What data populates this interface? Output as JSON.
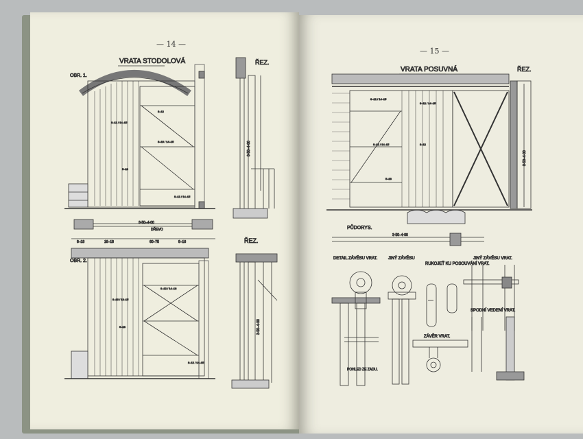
{
  "book": {
    "left_page": {
      "page_number": "— 14 —",
      "main_title": "VRATA STODOLOVÁ",
      "section_label": "ŘEZ.",
      "fig1_label": "OBR. 1.",
      "fig2_label": "OBR. 2.",
      "plan_dims": [
        "3·50–4·00",
        "8–18",
        "16–18",
        "60–75",
        "8–16"
      ],
      "plan_label": "DŘEVO",
      "section2_label": "ŘEZ.",
      "section_dims": [
        "3·50–4·00",
        "3·50–4·00"
      ],
      "member_labels": [
        "8–12 / 14–15",
        "8–12",
        "8–16 / 14–15",
        "5–18",
        "8–12 / 14–15",
        "8–16 / 13–15",
        "8–12 / 14–18",
        "5–18",
        "8–12 / 14–15"
      ]
    },
    "right_page": {
      "page_number": "— 15 —",
      "main_title": "VRATA POSUVNÁ",
      "section_label": "ŘEZ.",
      "plan_title": "PŮDORYS.",
      "plan_dim": "3·50–4·00",
      "detail1_title": "DETAIL ZÁVĚSU VRAT.",
      "detail2_title": "JINÝ ZÁVĚSU",
      "detail3_title": "RUKOJEŤ KU POSOUVÁNÍ VRAT.",
      "detail4_title": "JINÝ ZÁVĚSU VRAT.",
      "detail5_title": "SPODNÍ VEDENÍ VRAT.",
      "detail6_title": "ZÁVĚR VRAT.",
      "detail_note": "POHLED ZE ZADU.",
      "member_labels": [
        "8–12 / 14–15",
        "8–12",
        "8–12 / 14–15",
        "5–18",
        "8–12 / 14–15",
        "3·50–4·00"
      ]
    }
  }
}
